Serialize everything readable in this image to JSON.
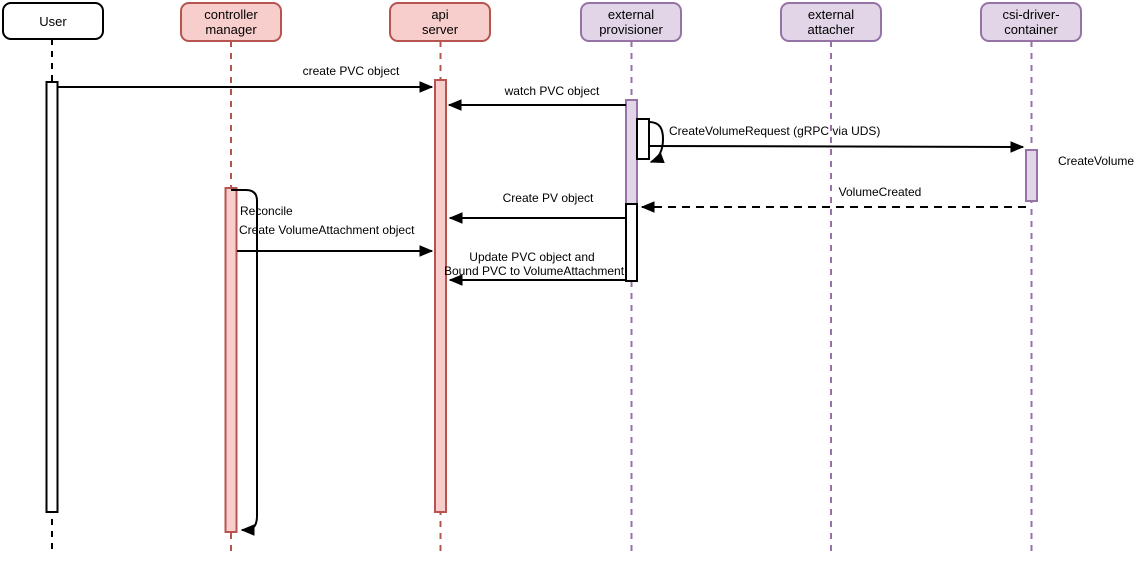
{
  "colors": {
    "red_fill": "#f8cecc",
    "red_stroke": "#b85450",
    "purple_fill": "#e1d5e7",
    "purple_stroke": "#9673a6",
    "neutral_fill": "#ffffff",
    "neutral_stroke": "#000000"
  },
  "participants": {
    "user": {
      "line1": "User"
    },
    "controller_manager": {
      "line1": "controller",
      "line2": "manager"
    },
    "api_server": {
      "line1": "api",
      "line2": "server"
    },
    "external_provisioner": {
      "line1": "external",
      "line2": "provisioner"
    },
    "external_attacher": {
      "line1": "external",
      "line2": "attacher"
    },
    "csi_driver_container": {
      "line1": "csi-driver-",
      "line2": "container"
    }
  },
  "messages": {
    "create_pvc": "create PVC object",
    "watch_pvc": "watch PVC object",
    "create_volume_request": "CreateVolumeRequest (gRPC via UDS)",
    "create_volume": "CreateVolume",
    "volume_created": "VolumeCreated",
    "create_pv": "Create PV object",
    "reconcile": "Reconcile",
    "create_volume_attachment": "Create VolumeAttachment object",
    "update_pvc_line1": "Update PVC object and",
    "update_pvc_line2": "Bound PVC to VolumeAttachment"
  }
}
